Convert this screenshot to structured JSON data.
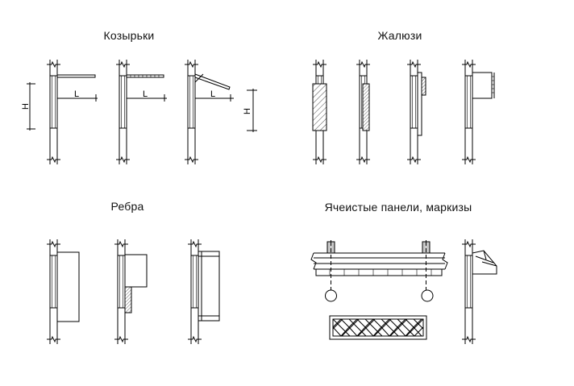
{
  "titles": {
    "canopies": "Козырьки",
    "blinds": "Жалюзи",
    "ribs": "Ребра",
    "panels": "Ячеистые панели, маркизы"
  },
  "dimensions": {
    "length": "L",
    "height": "H"
  },
  "colors": {
    "line": "#000000",
    "fill_gray": "#c8c8c8",
    "background": "#ffffff"
  }
}
